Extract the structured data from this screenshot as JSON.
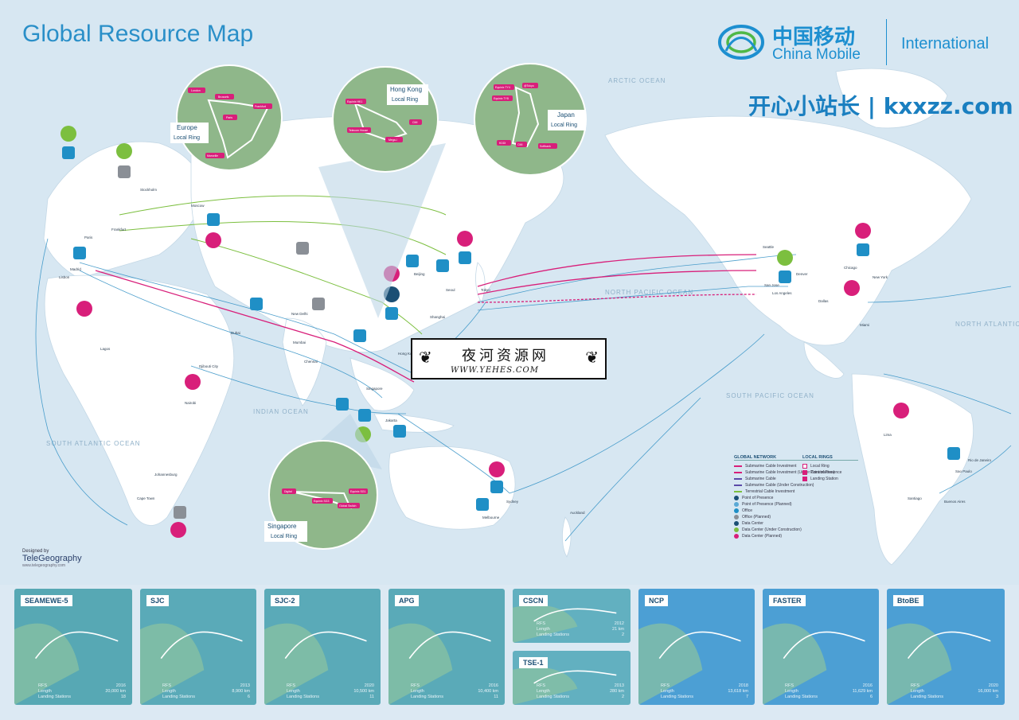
{
  "title": "Global Resource Map",
  "brand": {
    "cn": "中国移动",
    "en": "China Mobile",
    "division": "International"
  },
  "watermark": "开心小站长 | kxxzz.com",
  "overlay_watermark": {
    "cn": "夜河资源网",
    "url": "WWW.YEHES.COM"
  },
  "designer": {
    "label": "Designed by",
    "name": "TeleGeography",
    "url": "www.telegeography.com"
  },
  "oceans": [
    "ARCTIC OCEAN",
    "NORTH PACIFIC OCEAN",
    "SOUTH PACIFIC OCEAN",
    "NORTH ATLANTIC OCEAN",
    "SOUTH ATLANTIC OCEAN",
    "INDIAN OCEAN"
  ],
  "insets": [
    {
      "name": "Europe",
      "sub": "Local Ring",
      "nodes": [
        "London",
        "Brussels",
        "Frankfurt",
        "Paris",
        "Marseille"
      ]
    },
    {
      "name": "Hong Kong",
      "sub": "Local Ring",
      "nodes": [
        "Equinix HK1",
        "CMI",
        "Telecom House",
        "Mega-i"
      ]
    },
    {
      "name": "Japan",
      "sub": "Local Ring",
      "nodes": [
        "Equinix TY4",
        "@Tokyo",
        "Equinix TY8",
        "KDDI",
        "CMI",
        "Softbank"
      ]
    },
    {
      "name": "Singapore",
      "sub": "Local Ring",
      "nodes": [
        "Digital",
        "Equinix SG3",
        "Global Switch",
        "Equinix SG1"
      ]
    }
  ],
  "cities": [
    "Paris",
    "Madrid",
    "Lisbon",
    "Frankfurt",
    "Moscow",
    "Stockholm",
    "Dubai",
    "Mumbai",
    "Chennai",
    "New Delhi",
    "Hong Kong",
    "Singapore",
    "Jakarta",
    "Tokyo",
    "Shanghai",
    "Beijing",
    "Seoul",
    "Sydney",
    "Melbourne",
    "Auckland",
    "Seattle",
    "San Jose",
    "Los Angeles",
    "Chicago",
    "New York",
    "Miami",
    "Denver",
    "Dallas",
    "Lima",
    "Sao Paulo",
    "Rio de Janeiro",
    "Buenos Aires",
    "Santiago",
    "Djibouti City",
    "Nairobi",
    "Cape Town",
    "Johannesburg",
    "Lagos"
  ],
  "legend": {
    "global_title": "GLOBAL NETWORK",
    "global_items": [
      {
        "label": "Submarine Cable Investment",
        "color": "#d81f7a"
      },
      {
        "label": "Submarine Cable Investment (Under Construction)",
        "color": "#d81f7a"
      },
      {
        "label": "Submarine Cable",
        "color": "#5b4aa8"
      },
      {
        "label": "Submarine Cable (Under Construction)",
        "color": "#5b4aa8"
      },
      {
        "label": "Terrestrial Cable Investment",
        "color": "#7cbf3f"
      },
      {
        "label": "Point of Presence",
        "color": "#1b4f74"
      },
      {
        "label": "Point of Presence (Planned)",
        "color": "#5aa9d6"
      },
      {
        "label": "Office",
        "color": "#1f8fc6"
      },
      {
        "label": "Office (Planned)",
        "color": "#8a8f96"
      },
      {
        "label": "Data Center",
        "color": "#1b4f74"
      },
      {
        "label": "Data Center (Under Construction)",
        "color": "#7cbf3f"
      },
      {
        "label": "Data Center (Planned)",
        "color": "#d81f7a"
      }
    ],
    "local_title": "LOCAL RINGS",
    "local_items": [
      {
        "label": "Local Ring",
        "color": "#ffffff"
      },
      {
        "label": "Point of Presence",
        "color": "#d81f7a"
      },
      {
        "label": "Landing Station",
        "color": "#d81f7a"
      }
    ]
  },
  "stat_labels": {
    "rfs": "RFS",
    "length": "Length",
    "landing": "Landing Stations"
  },
  "panels": [
    {
      "name": "SEAMEWE-5",
      "rfs": "2016",
      "length": "20,000 km",
      "landing": "18"
    },
    {
      "name": "SJC",
      "rfs": "2013",
      "length": "8,900 km",
      "landing": "6"
    },
    {
      "name": "SJC-2",
      "rfs": "2020",
      "length": "10,500 km",
      "landing": "11"
    },
    {
      "name": "APG",
      "rfs": "2016",
      "length": "10,400 km",
      "landing": "11"
    },
    {
      "name": "CSCN",
      "rfs": "2012",
      "length": "21 km",
      "landing": "2"
    },
    {
      "name": "TSE-1",
      "rfs": "2013",
      "length": "280 km",
      "landing": "2"
    },
    {
      "name": "NCP",
      "rfs": "2018",
      "length": "13,618 km",
      "landing": "7"
    },
    {
      "name": "FASTER",
      "rfs": "2016",
      "length": "11,629 km",
      "landing": "6"
    },
    {
      "name": "BtoBE",
      "rfs": "2020",
      "length": "16,000 km",
      "landing": "3"
    }
  ],
  "colors": {
    "sea": "#d4e5f1",
    "land": "#ffffff",
    "accent": "#2a8fc8",
    "magenta": "#d81f7a",
    "green": "#7cbf3f",
    "cable": "#2f8fc4"
  }
}
